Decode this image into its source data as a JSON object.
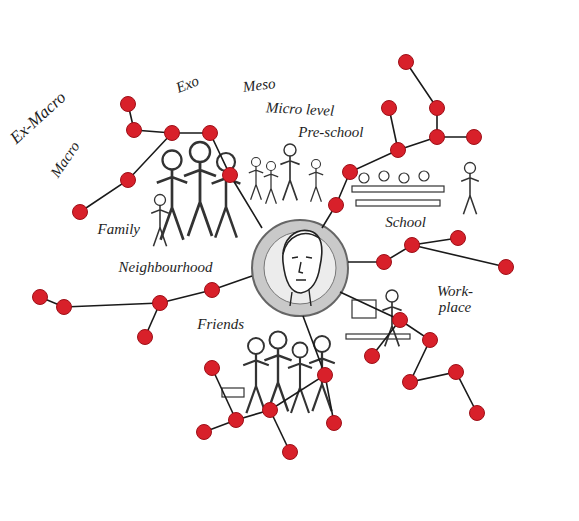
{
  "diagram": {
    "nodes": [
      {
        "text": [
          "Ex-Macro"
        ]
      },
      {
        "text": [
          "Macro"
        ],
        "in": 0
      },
      {
        "text": [
          "Exo"
        ],
        "in": 1
      },
      {
        "text": [
          "Meso"
        ],
        "in": 2
      },
      {
        "text": [
          "Micro level"
        ],
        "in": 3
      }
    ],
    "labels": [
      "Pre-school",
      "Family",
      "School",
      "Neighbourhood",
      "Friends",
      "Work-place"
    ]
  }
}
